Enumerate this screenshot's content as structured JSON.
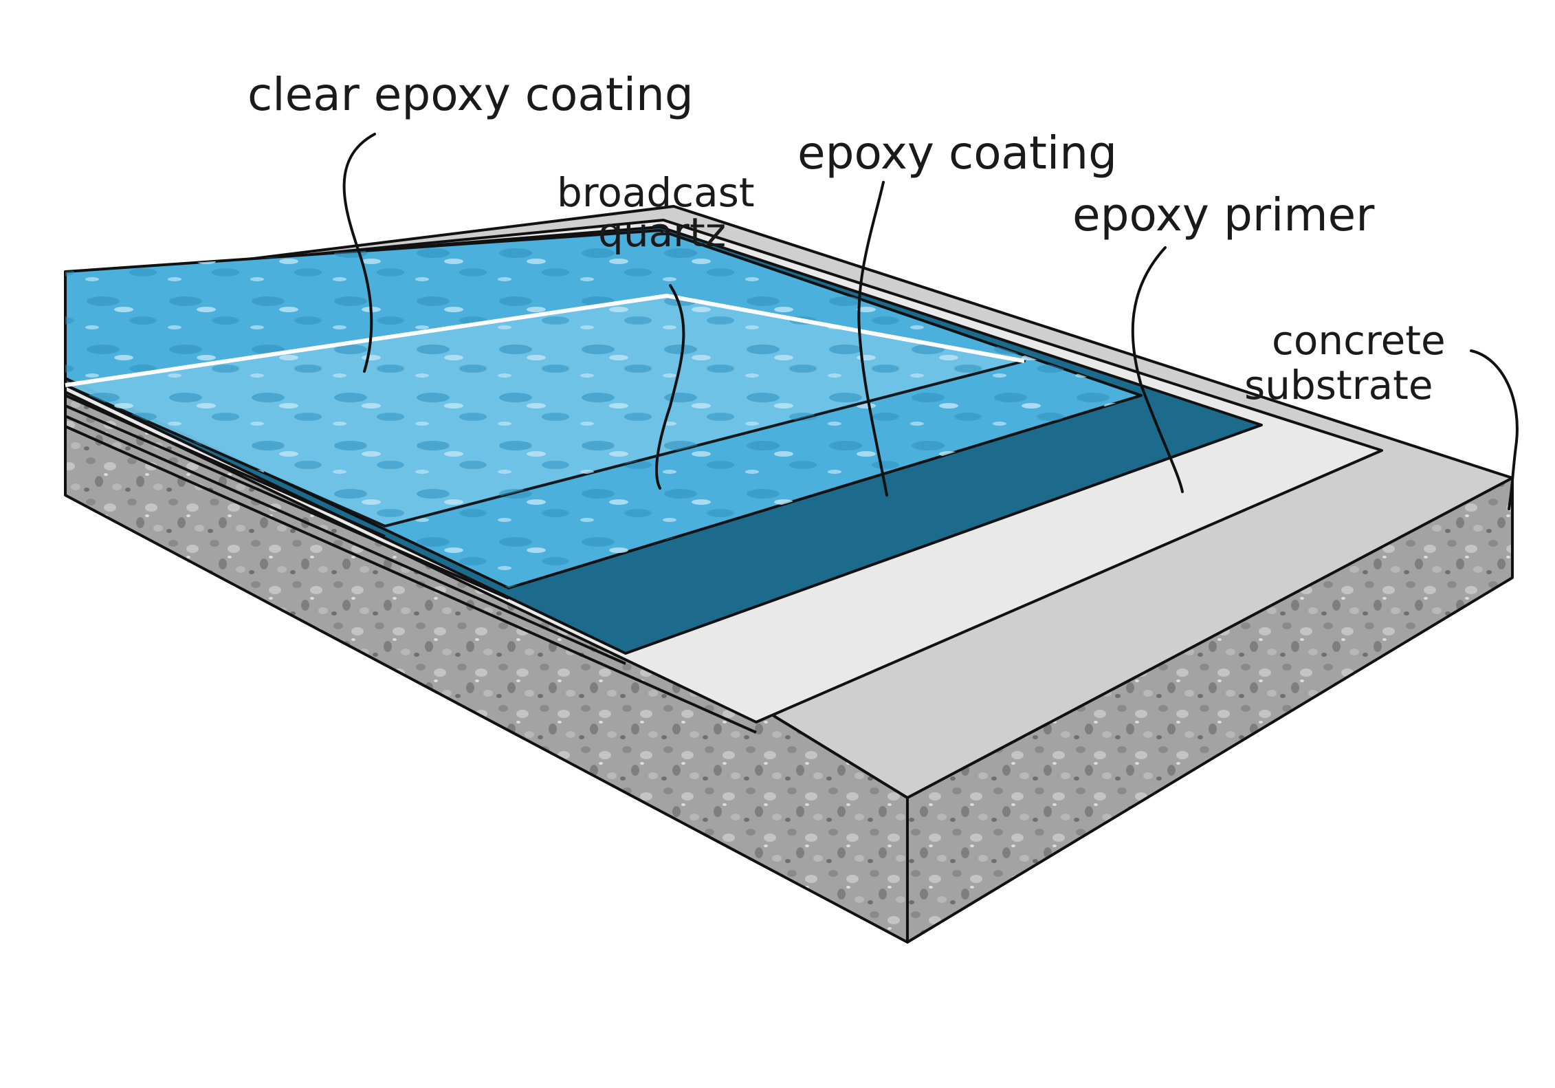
{
  "labels": {
    "clear_epoxy": "clear epoxy coating",
    "broadcast_line1": "broadcast",
    "broadcast_line2": "quartz",
    "epoxy_coating": "epoxy coating",
    "epoxy_primer": "epoxy primer",
    "concrete_line1": "concrete",
    "concrete_line2": "substrate"
  },
  "colors": {
    "clear_coat_top": "#6fc3e6",
    "quartz_layer": "#4bb0dc",
    "epoxy_coating": "#1d6b8c",
    "primer": "#e8e8e8",
    "concrete_top": "#cfcfcf",
    "concrete_side": "#9c9c9c",
    "outline": "#111111"
  }
}
